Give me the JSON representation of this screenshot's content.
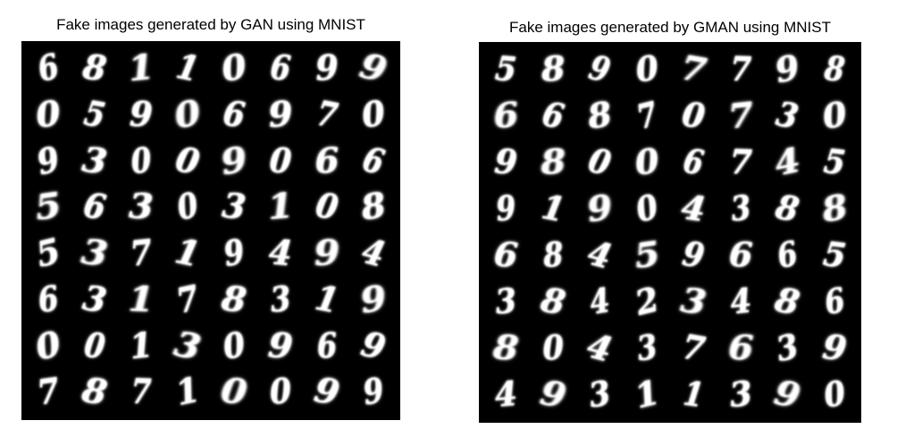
{
  "panels": [
    {
      "title": "Fake images generated by GAN using MNIST",
      "digits": [
        [
          "6",
          "8",
          "1",
          "1",
          "0",
          "6",
          "9",
          "9"
        ],
        [
          "0",
          "5",
          "9",
          "0",
          "6",
          "9",
          "7",
          "0"
        ],
        [
          "9",
          "3",
          "0",
          "0",
          "9",
          "0",
          "6",
          "6"
        ],
        [
          "5",
          "6",
          "3",
          "0",
          "3",
          "1",
          "0",
          "8"
        ],
        [
          "5",
          "3",
          "7",
          "1",
          "9",
          "4",
          "9",
          "4"
        ],
        [
          "6",
          "3",
          "1",
          "7",
          "8",
          "3",
          "1",
          "9"
        ],
        [
          "0",
          "0",
          "1",
          "3",
          "0",
          "9",
          "6",
          "9"
        ],
        [
          "7",
          "8",
          "7",
          "1",
          "0",
          "0",
          "9",
          "9"
        ]
      ]
    },
    {
      "title": "Fake images generated by GMAN using MNIST",
      "digits": [
        [
          "5",
          "8",
          "9",
          "0",
          "7",
          "7",
          "9",
          "8"
        ],
        [
          "6",
          "6",
          "8",
          "7",
          "0",
          "7",
          "3",
          "0"
        ],
        [
          "9",
          "8",
          "0",
          "0",
          "6",
          "7",
          "4",
          "5"
        ],
        [
          "9",
          "1",
          "9",
          "0",
          "4",
          "3",
          "8",
          "8"
        ],
        [
          "6",
          "8",
          "4",
          "5",
          "9",
          "6",
          "6",
          "5"
        ],
        [
          "3",
          "8",
          "4",
          "2",
          "3",
          "4",
          "8",
          "6"
        ],
        [
          "8",
          "0",
          "4",
          "3",
          "7",
          "6",
          "3",
          "9"
        ],
        [
          "4",
          "9",
          "3",
          "1",
          "1",
          "3",
          "9",
          "0"
        ]
      ]
    }
  ]
}
